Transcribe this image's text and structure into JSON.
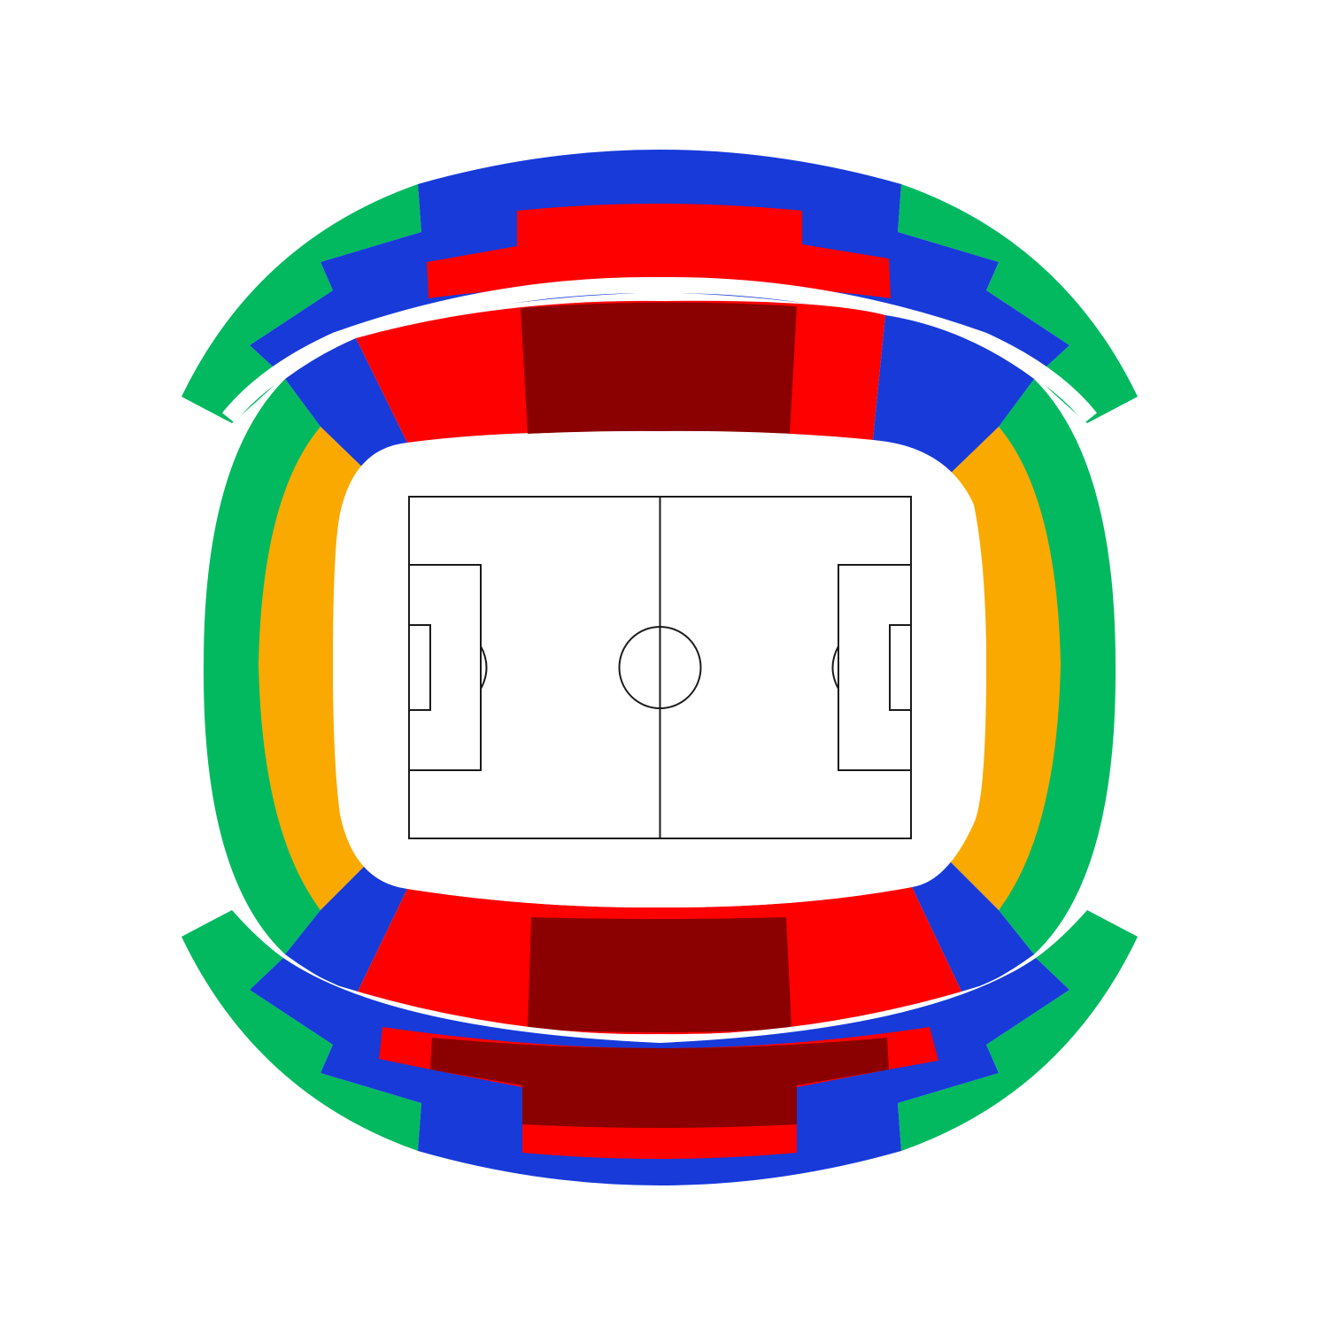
{
  "map": {
    "type": "stadium-seating-map",
    "colors": {
      "green": "#02B960",
      "blue": "#173AD9",
      "red": "#FF0000",
      "dark_red": "#8B0000",
      "orange": "#FAA901",
      "background": "#FFFFFF",
      "pitch_lines": "#1A1A1A"
    },
    "sections": [
      {
        "id": "north-upper-green-left",
        "category": "green"
      },
      {
        "id": "north-upper-green-right",
        "category": "green"
      },
      {
        "id": "north-upper-blue",
        "category": "blue"
      },
      {
        "id": "north-upper-red",
        "category": "red"
      },
      {
        "id": "north-lower-blue-left",
        "category": "blue"
      },
      {
        "id": "north-lower-blue-right",
        "category": "blue"
      },
      {
        "id": "north-lower-red",
        "category": "red"
      },
      {
        "id": "north-lower-dark-red",
        "category": "dark_red"
      },
      {
        "id": "west-green",
        "category": "green"
      },
      {
        "id": "west-orange",
        "category": "orange"
      },
      {
        "id": "east-green",
        "category": "green"
      },
      {
        "id": "east-orange",
        "category": "orange"
      },
      {
        "id": "south-lower-blue-left",
        "category": "blue"
      },
      {
        "id": "south-lower-blue-right",
        "category": "blue"
      },
      {
        "id": "south-lower-red",
        "category": "red"
      },
      {
        "id": "south-lower-dark-red",
        "category": "dark_red"
      },
      {
        "id": "south-upper-green-left",
        "category": "green"
      },
      {
        "id": "south-upper-green-right",
        "category": "green"
      },
      {
        "id": "south-upper-blue",
        "category": "blue"
      },
      {
        "id": "south-upper-red",
        "category": "red"
      },
      {
        "id": "south-upper-dark-red",
        "category": "dark_red"
      }
    ]
  }
}
